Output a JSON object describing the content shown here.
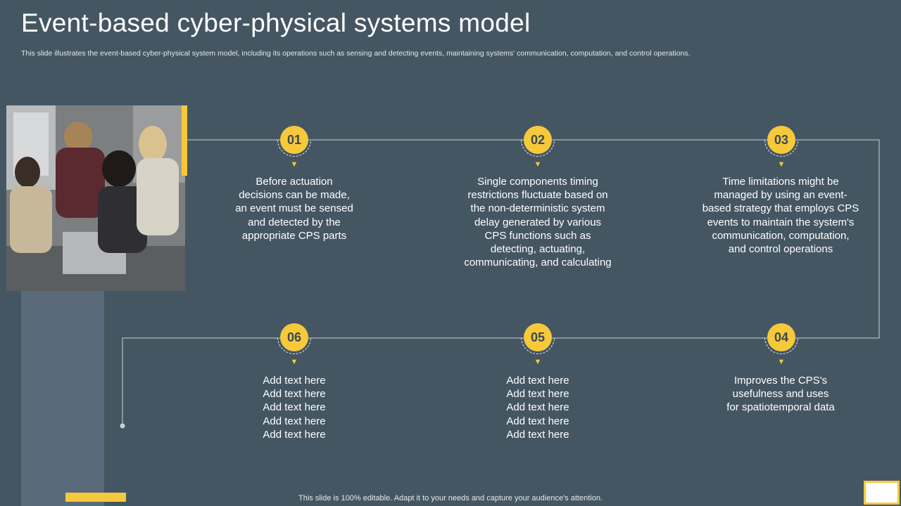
{
  "title": "Event-based cyber-physical systems model",
  "subtitle": "This slide illustrates the event-based cyber-physical system model, including its operations such as sensing and detecting events, maintaining systems' communication, computation, and control operations.",
  "photo": {
    "description_icon": "team-photo"
  },
  "steps": [
    {
      "number": "01",
      "lines": [
        "Before actuation",
        "decisions can be made,",
        "an event must be sensed",
        "and detected by the",
        "appropriate CPS parts"
      ]
    },
    {
      "number": "02",
      "lines": [
        "Single components timing",
        "restrictions fluctuate based on",
        "the non-deterministic system",
        "delay generated by various",
        "CPS functions such as",
        "detecting, actuating,",
        "communicating, and calculating"
      ]
    },
    {
      "number": "03",
      "lines": [
        "Time limitations might be",
        "managed by using an event-",
        "based strategy that employs CPS",
        "events to maintain the system's",
        "communication, computation,",
        "and control operations"
      ]
    },
    {
      "number": "04",
      "lines": [
        "Improves the CPS's",
        "usefulness and uses",
        "for spatiotemporal data"
      ]
    },
    {
      "number": "05",
      "lines": [
        "Add text here",
        "Add text here",
        "Add text here",
        "Add text here",
        "Add text here"
      ]
    },
    {
      "number": "06",
      "lines": [
        "Add text here",
        "Add text here",
        "Add text here",
        "Add text here",
        "Add text here"
      ]
    }
  ],
  "footer": "This slide is 100% editable. Adapt it to your needs and capture your audience's attention.",
  "colors": {
    "background": "#455663",
    "accent": "#f5c93a",
    "sidebar": "#5b6a7b"
  }
}
